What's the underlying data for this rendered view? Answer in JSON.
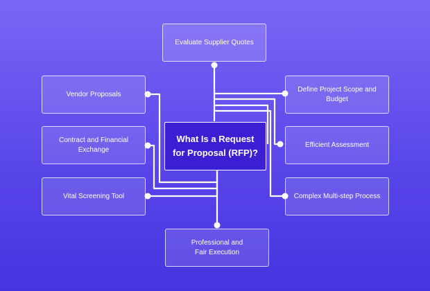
{
  "center": {
    "title": "What Is a Request\nfor Proposal (RFP)?"
  },
  "nodes": {
    "top": "Evaluate Supplier Quotes",
    "vendor": "Vendor Proposals",
    "contract": "Contract and Financial\nExchange",
    "vital": "Vital Screening Tool",
    "bottom": "Professional and\nFair Execution",
    "scope": "Define Project Scope and\nBudget",
    "efficient": "Efficient Assessment",
    "complex": "Complex Multi-step Process"
  },
  "colors": {
    "background": "#5a47ea",
    "center_fill": "#3b1fd3",
    "connector": "#ffffff"
  }
}
